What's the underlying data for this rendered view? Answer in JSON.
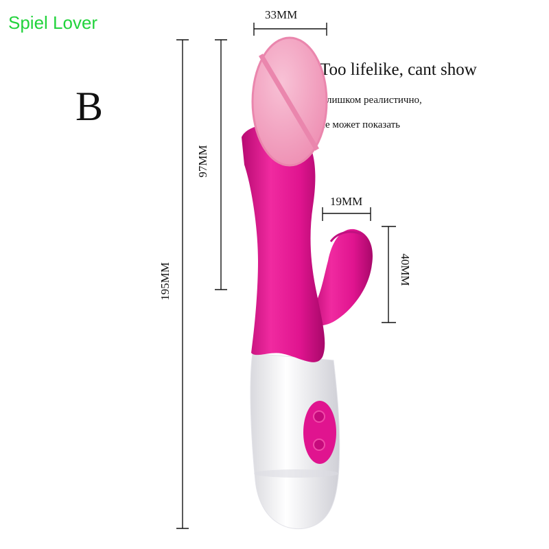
{
  "brand": "Spiel Lover",
  "variant_label": "B",
  "notes": {
    "english": "Too lifelike, cant show",
    "russian_line1": "Слишком реалистично,",
    "russian_line2": "не может показать"
  },
  "dimensions": {
    "top_width": "33MM",
    "shaft_length": "97MM",
    "total_length": "195MM",
    "clit_width": "19MM",
    "clit_length": "40MM"
  },
  "colors": {
    "brand": "#22d33c",
    "body": "#e0148f",
    "handle": "#f6f6f8",
    "censor": "#f4a6c4"
  }
}
